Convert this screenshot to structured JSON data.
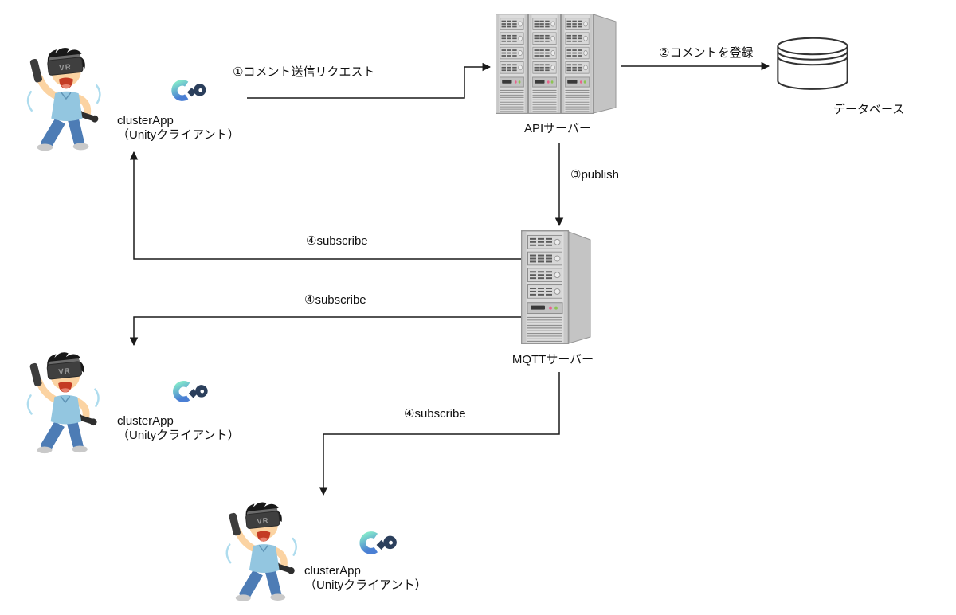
{
  "diagram": {
    "clients": [
      {
        "name": "clusterApp",
        "detail": "（Unityクライアント）"
      },
      {
        "name": "clusterApp",
        "detail": "（Unityクライアント）"
      },
      {
        "name": "clusterApp",
        "detail": "（Unityクライアント）"
      }
    ],
    "servers": {
      "api": {
        "label": "APIサーバー"
      },
      "mqtt": {
        "label": "MQTTサーバー"
      }
    },
    "database": {
      "label": "データベース"
    },
    "flows": {
      "step1": {
        "label": "①コメント送信リクエスト"
      },
      "step2": {
        "label": "②コメントを登録"
      },
      "step3": {
        "label": "③publish"
      },
      "step4a": {
        "label": "④subscribe"
      },
      "step4b": {
        "label": "④subscribe"
      },
      "step4c": {
        "label": "④subscribe"
      }
    },
    "vr_headset_text": "VR",
    "colors": {
      "arrow_color": "#1a1a1a",
      "label_color": "#111111",
      "logo_grad_start": "#84e8cb",
      "logo_grad_end": "#4a7fd4",
      "logo_dark": "#2b3f5c",
      "led_red": "#e8648c",
      "led_green": "#8cc452",
      "shirt_blue": "#93c6e0",
      "pants_blue": "#4d7cb5",
      "skin_tone": "#fbd3a2",
      "headset_gray": "#3f3f3f"
    }
  }
}
